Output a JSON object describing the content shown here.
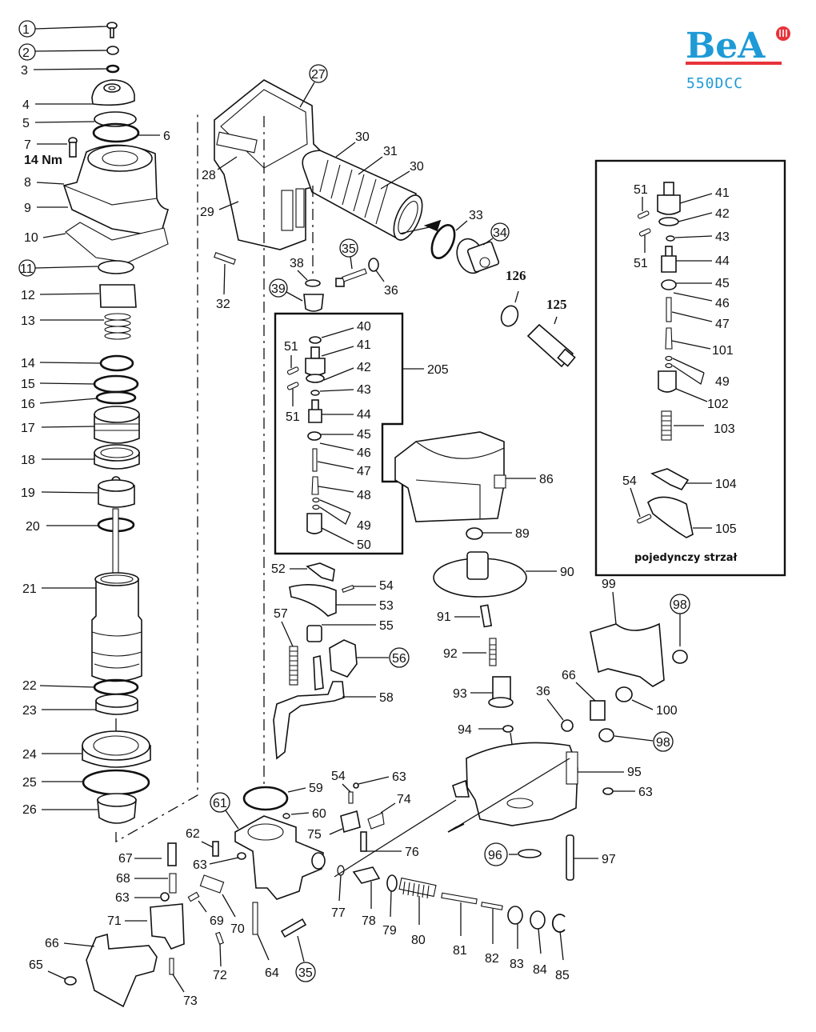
{
  "brand": {
    "name": "BeA",
    "model": "550DCC",
    "colors": {
      "primary": "#1e9ad6",
      "accent": "#e8333a"
    }
  },
  "torque_note": "14 Nm",
  "inset_205": {
    "label": "205"
  },
  "inset_single_shot": {
    "caption": "pojedynczy strzał"
  },
  "callouts": {
    "c1": "1",
    "c2": "2",
    "c3": "3",
    "c4": "4",
    "c5": "5",
    "c6": "6",
    "c7": "7",
    "c8": "8",
    "c9": "9",
    "c10": "10",
    "c11": "11",
    "c12": "12",
    "c13": "13",
    "c14": "14",
    "c15": "15",
    "c16": "16",
    "c17": "17",
    "c18": "18",
    "c19": "19",
    "c20": "20",
    "c21": "21",
    "c22": "22",
    "c23": "23",
    "c24": "24",
    "c25": "25",
    "c26": "26",
    "c27": "27",
    "c28": "28",
    "c29": "29",
    "c30a": "30",
    "c30b": "30",
    "c31": "31",
    "c32": "32",
    "c33": "33",
    "c34": "34",
    "c35a": "35",
    "c35b": "35",
    "c36a": "36",
    "c36b": "36",
    "c38": "38",
    "c39": "39",
    "c40": "40",
    "c41": "41",
    "c42": "42",
    "c43": "43",
    "c44": "44",
    "c45": "45",
    "c46": "46",
    "c47": "47",
    "c48": "48",
    "c49": "49",
    "c50": "50",
    "c51a": "51",
    "c51b": "51",
    "c52": "52",
    "c53": "53",
    "c54a": "54",
    "c54b": "54",
    "c55": "55",
    "c56": "56",
    "c57": "57",
    "c58": "58",
    "c59": "59",
    "c60": "60",
    "c61": "61",
    "c62": "62",
    "c63a": "63",
    "c63b": "63",
    "c63c": "63",
    "c63d": "63",
    "c64": "64",
    "c65": "65",
    "c66a": "66",
    "c66b": "66",
    "c67": "67",
    "c68": "68",
    "c69": "69",
    "c70": "70",
    "c71": "71",
    "c72": "72",
    "c73": "73",
    "c74": "74",
    "c75": "75",
    "c76": "76",
    "c77": "77",
    "c78": "78",
    "c79": "79",
    "c80": "80",
    "c81": "81",
    "c82": "82",
    "c83": "83",
    "c84": "84",
    "c85": "85",
    "c86": "86",
    "c89": "89",
    "c90": "90",
    "c91": "91",
    "c92": "92",
    "c93": "93",
    "c94": "94",
    "c95": "95",
    "c96": "96",
    "c97": "97",
    "c98a": "98",
    "c98b": "98",
    "c99": "99",
    "c100": "100",
    "c125": "125",
    "c126": "126",
    "s41": "41",
    "s42": "42",
    "s43": "43",
    "s44": "44",
    "s45": "45",
    "s46": "46",
    "s47": "47",
    "s49": "49",
    "s51a": "51",
    "s51b": "51",
    "s54": "54",
    "c101": "101",
    "c102": "102",
    "c103": "103",
    "c104": "104",
    "c105": "105"
  }
}
